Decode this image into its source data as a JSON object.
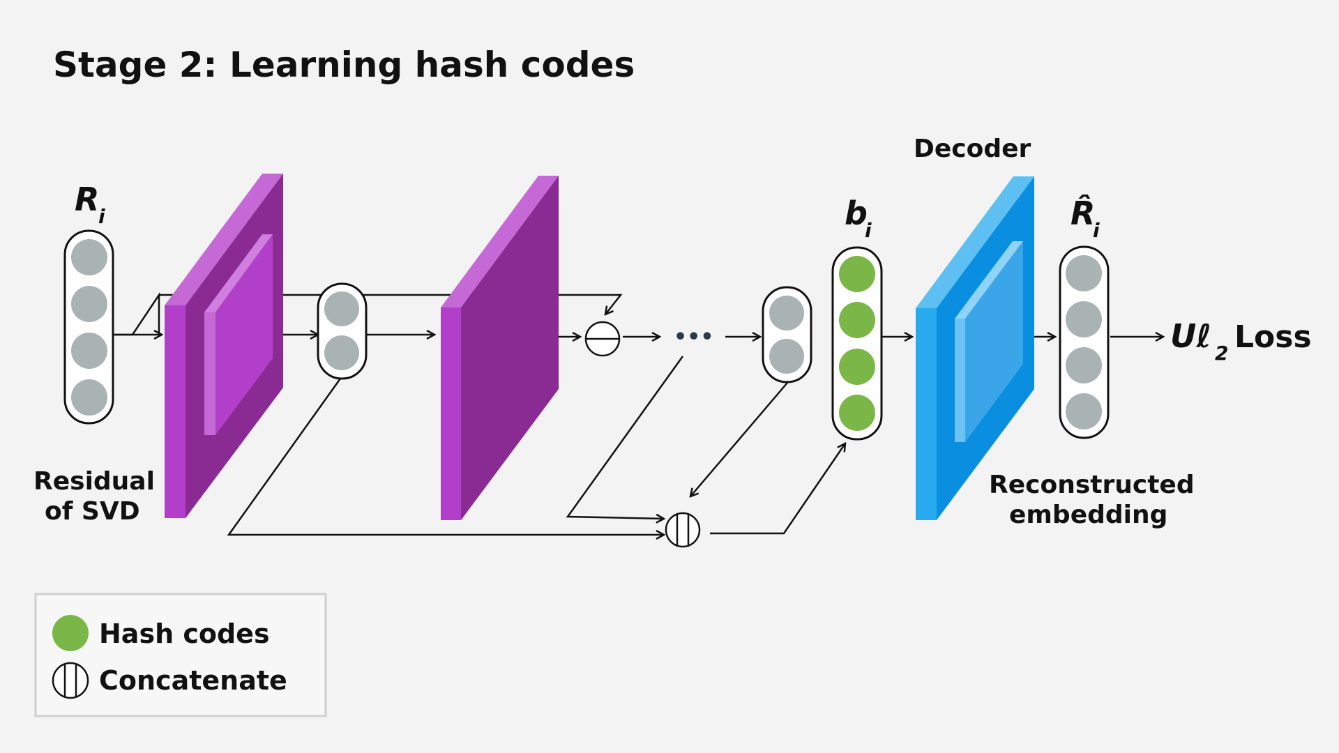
{
  "title": "Stage 2: Learning hash codes",
  "input": {
    "symbol": "R",
    "subscript": "i",
    "caption_line1": "Residual",
    "caption_line2": "of SVD"
  },
  "code": {
    "symbol": "b",
    "subscript": "i"
  },
  "decoder": {
    "label": "Decoder"
  },
  "output": {
    "symbol": "R̂",
    "subscript": "i",
    "caption_line1": "Reconstructed",
    "caption_line2": "embedding"
  },
  "loss": {
    "prefix": "Uℓ",
    "subscript": "2",
    "suffix": "Loss"
  },
  "ellipsis": "•••",
  "legend": {
    "hash_codes": "Hash codes",
    "concatenate": "Concatenate"
  },
  "colors": {
    "background": "#f3f3f3",
    "node_gray": "#a9b3b3",
    "hash_green": "#7ab648",
    "encoder_purple": "#b13fc9",
    "encoder_purple_dark": "#8a2b94",
    "encoder_purple_light": "#c469d6",
    "decoder_blue": "#27aaee",
    "decoder_blue_dark": "#0a8fe0",
    "decoder_blue_light": "#5ec0f2"
  }
}
